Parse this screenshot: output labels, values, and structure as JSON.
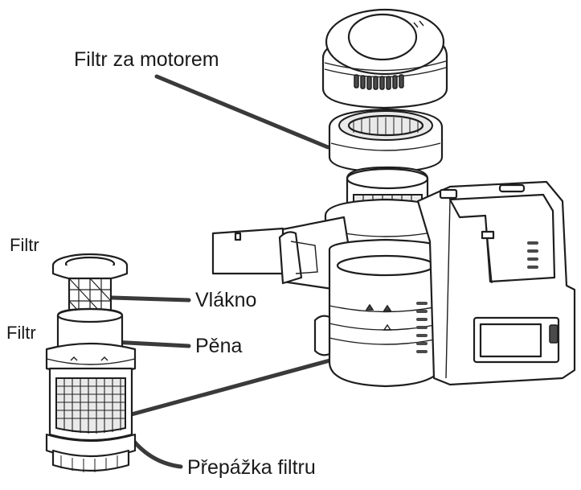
{
  "labels": {
    "motor_filter": "Filtr za motorem",
    "filter_top": "Filtr",
    "filter_mid": "Filtr",
    "fiber": "Vlákno",
    "foam": "Pěna",
    "filter_partition": "Přepážka filtru"
  },
  "colors": {
    "line": "#1e1e1e",
    "leader": "#3a3a3a",
    "background": "#ffffff"
  }
}
